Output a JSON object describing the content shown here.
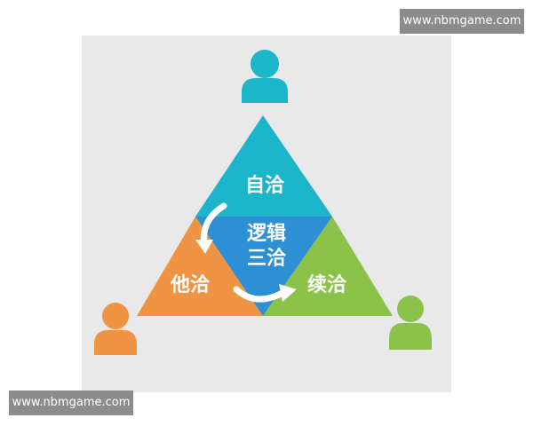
{
  "watermark": {
    "top": "www.nbmgame.com",
    "bottom": "www.nbmgame.com"
  },
  "diagram": {
    "top_label": "自洽",
    "left_label": "他洽",
    "right_label": "续洽",
    "center_line1": "逻辑",
    "center_line2": "三洽"
  },
  "colors": {
    "panel": "#e9e9e9",
    "top": "#1cb5c9",
    "left": "#ef9443",
    "right": "#8bc34a",
    "center": "#2d8fd4",
    "arrow": "#ffffff"
  },
  "icons": [
    "user-icon-top",
    "user-icon-left",
    "user-icon-right",
    "cycle-arrow-icon"
  ]
}
